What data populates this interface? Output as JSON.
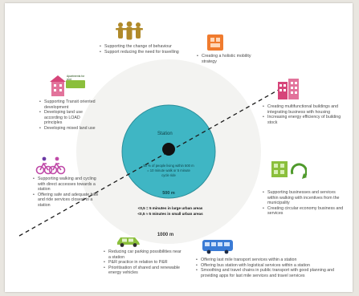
{
  "center": {
    "station_label": "Station",
    "inner_line_1": "50 % of people living within 500 m",
    "inner_line_2": "= 10 minute walk or 5 minute",
    "inner_line_3": "cycle ride",
    "radius_500": "500 m",
    "walk_line_1": "<0,5 = 5 minutes in large urban areas",
    "walk_line_2": "<0,5 ≈ 5 minutes in small urban areas",
    "radius_1000": "1000 m"
  },
  "blocks": {
    "top_behaviour": [
      "Supporting the change of behaviour",
      "Support reducing the need for travelling"
    ],
    "top_holistic": [
      "Creating a holistic mobility strategy"
    ],
    "left_transit": [
      "Supporting Transit oriented development",
      "Developing land use according to LOAD principles",
      "Developing mixed land use"
    ],
    "right_buildings": [
      "Creating multifunctional buildings and integrating business with housing",
      "Increasing energy efficiency of building stock"
    ],
    "left_cycling": [
      "Supporting walking and cycling with direct accesses towards a station",
      "Offering safe and adequate bike and ride services closest to a station"
    ],
    "right_business": [
      "Supporting businesses and services within walking with incentives from the municipality",
      "Creating circular economy business and services"
    ],
    "bottom_parking": [
      "Reducing car parking possibilities near a station",
      "P&R practice in relation to P&R",
      "Prioritisation of shared and renewable energy vehicles"
    ],
    "bottom_transit": [
      "Offering last mile transport services within a station",
      "Offering bus station with logistical services within a station",
      "Smoothing and travel chains in public transport with good planning and providing apps for last mile services and travel services"
    ]
  },
  "house_sign": "Apartments for rent",
  "colors": {
    "circle": "#3fb6c4",
    "circle_edge": "#2a8e9a",
    "accent_orange": "#f07b2e",
    "accent_green": "#8bbf3c",
    "accent_blue": "#3a7bd5",
    "accent_pink": "#d6457a"
  }
}
